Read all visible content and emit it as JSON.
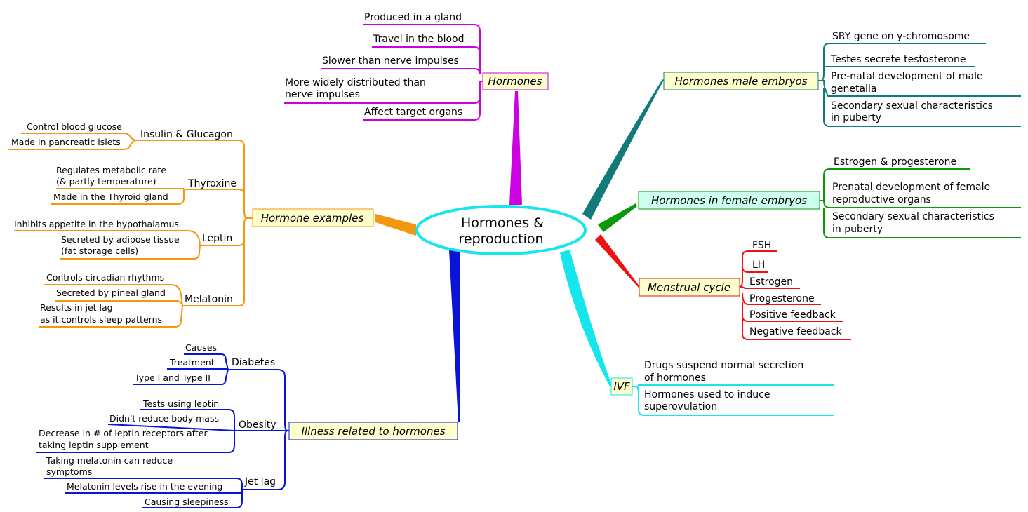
{
  "center": {
    "line1": "Hormones &",
    "line2": "reproduction"
  },
  "hormones": {
    "title": "Hormones",
    "items": [
      "Produced in a gland",
      "Travel in the blood",
      "Slower than nerve impulses",
      "More widely distributed than",
      "nerve impulses",
      "Affect target organs"
    ]
  },
  "examples": {
    "title": "Hormone examples",
    "insulin": {
      "label": "Insulin & Glucagon",
      "items": [
        "Control blood glucose",
        "Made in pancreatic islets"
      ]
    },
    "thyroxine": {
      "label": "Thyroxine",
      "items": [
        "Regulates metabolic rate",
        "(& partly temperature)",
        "Made in the Thyroid gland"
      ]
    },
    "leptin": {
      "label": "Leptin",
      "items": [
        "Inhibits appetite in the hypothalamus",
        "Secreted by adipose tissue",
        "(fat storage cells)"
      ]
    },
    "melatonin": {
      "label": "Melatonin",
      "items": [
        "Controls circadian rhythms",
        "Secreted by pineal gland",
        "Results in jet lag",
        "as it controls sleep patterns"
      ]
    }
  },
  "illness": {
    "title": "Illness related to hormones",
    "diabetes": {
      "label": "Diabetes",
      "items": [
        "Causes",
        "Treatment",
        "Type I and Type II"
      ]
    },
    "obesity": {
      "label": "Obesity",
      "items": [
        "Tests using leptin",
        "Didn't reduce body mass",
        "Decrease in # of leptin receptors after",
        "taking leptin supplement"
      ]
    },
    "jetlag": {
      "label": "Jet lag",
      "items": [
        "Taking melatonin can reduce",
        "symptoms",
        "Melatonin levels rise in the evening",
        "Causing sleepiness"
      ]
    }
  },
  "male": {
    "title": "Hormones male embryos",
    "items": [
      "SRY gene on y-chromosome",
      "Testes secrete testosterone",
      "Pre-natal development of male",
      "genetalia",
      "Secondary sexual characteristics",
      "in puberty"
    ]
  },
  "female": {
    "title": "Hormones in female embryos",
    "items": [
      "Estrogen & progesterone",
      "Prenatal development of female",
      "reproductive organs",
      "Secondary sexual characteristics",
      "in puberty"
    ]
  },
  "menstrual": {
    "title": "Menstrual cycle",
    "items": [
      "FSH",
      "LH",
      "Estrogen",
      "Progesterone",
      "Positive feedback",
      "Negative feedback"
    ]
  },
  "ivf": {
    "title": "IVF",
    "items": [
      "Drugs suspend normal secretion",
      "of hormones",
      "Hormones used to induce",
      "superovulation"
    ]
  },
  "colors": {
    "hormones": "#cc00e0",
    "examples": "#f5960f",
    "illness": "#0a14d8",
    "male": "#137a7a",
    "female": "#0a990a",
    "menstrual": "#ee1111",
    "ivf": "#15e6ee"
  }
}
